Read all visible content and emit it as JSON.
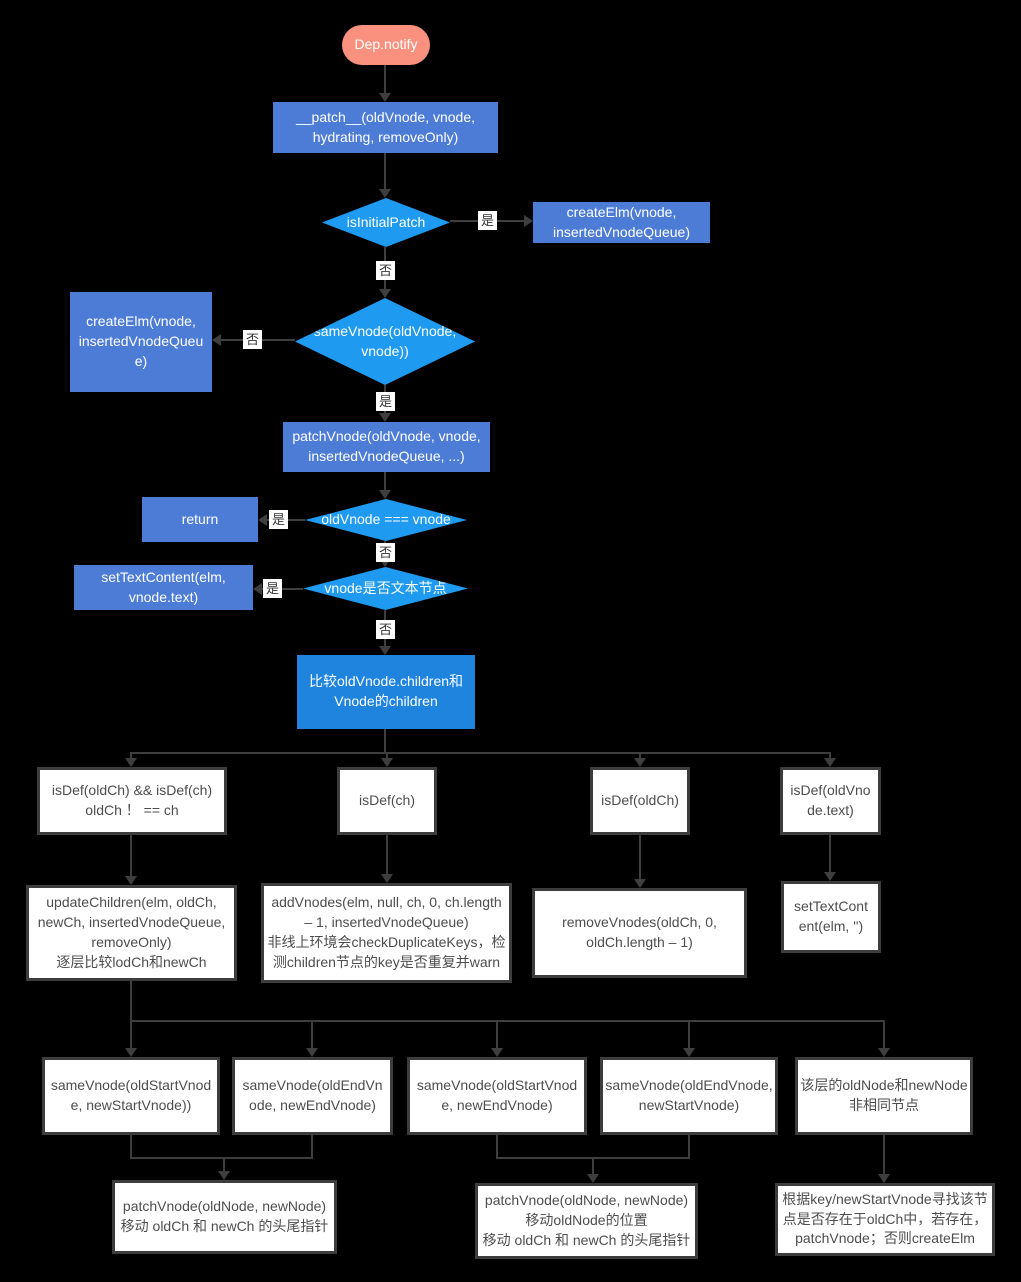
{
  "colors": {
    "background": "#000000",
    "salmon": "#F9917E",
    "rect_blue": "#4C7CD5",
    "diamond_blue": "#1E9BF0",
    "compare_blue": "#1E84DE",
    "white_box_border": "#3D3D3D",
    "white_box_text": "#4D4D4D",
    "line": "#3E3E3E"
  },
  "labels": {
    "yes": "是",
    "no": "否"
  },
  "nodes": {
    "dep_notify": "Dep.notify",
    "patch": "__patch__(oldVnode, vnode,\nhydrating, removeOnly)",
    "is_initial_patch": "isInitialPatch",
    "create_elm_right": "createElm(vnode,\ninsertedVnodeQueue)",
    "same_vnode": "sameVnode(oldVnode,\nvnode))",
    "create_elm_left": "createElm(vnode,\ninsertedVnodeQueu\ne)",
    "patch_vnode": "patchVnode(oldVnode, vnode,\ninsertedVnodeQueue, ...)",
    "old_eq_vnode": "oldVnode === vnode",
    "return": "return",
    "is_text_node": "vnode是否文本节点",
    "set_text_content": "setTextContent(elm,\nvnode.text)",
    "compare_children": "比较oldVnode.children和\nVnode的children",
    "cond_both": "isDef(oldCh) && isDef(ch)\noldCh ！ == ch",
    "cond_ch": "isDef(ch)",
    "cond_oldch": "isDef(oldCh)",
    "cond_oldtext": "isDef(oldVno\nde.text)",
    "update_children": "updateChildren(elm, oldCh,\nnewCh, insertedVnodeQueue,\nremoveOnly)\n逐层比较lodCh和newCh",
    "add_vnodes": "addVnodes(elm, null, ch, 0, ch.length\n– 1, insertedVnodeQueue)\n非线上环境会checkDuplicateKeys，检\n测children节点的key是否重复并warn",
    "remove_vnodes": "removeVnodes(oldCh, 0,\noldCh.length – 1)",
    "set_text_content_2": "setTextCont\nent(elm, '')",
    "same_start_start": "sameVnode(oldStartVnod\ne, newStartVnode))",
    "same_end_end": "sameVnode(oldEndVn\node, newEndVnode)",
    "same_start_end": "sameVnode(oldStartVnod\ne, newEndVnode)",
    "same_end_start": "sameVnode(oldEndVnode,\nnewStartVnode)",
    "not_same": "该层的oldNode和newNode\n非相同节点",
    "patch_move_1": "patchVnode(oldNode, newNode)\n移动 oldCh 和 newCh 的头尾指针",
    "patch_move_2": "patchVnode(oldNode, newNode)\n移动oldNode的位置\n移动 oldCh 和 newCh 的头尾指针",
    "find_by_key": "根据key/newStartVnode寻找该节\n点是否存在于oldCh中，若存在，\npatchVnode；否则createElm"
  }
}
